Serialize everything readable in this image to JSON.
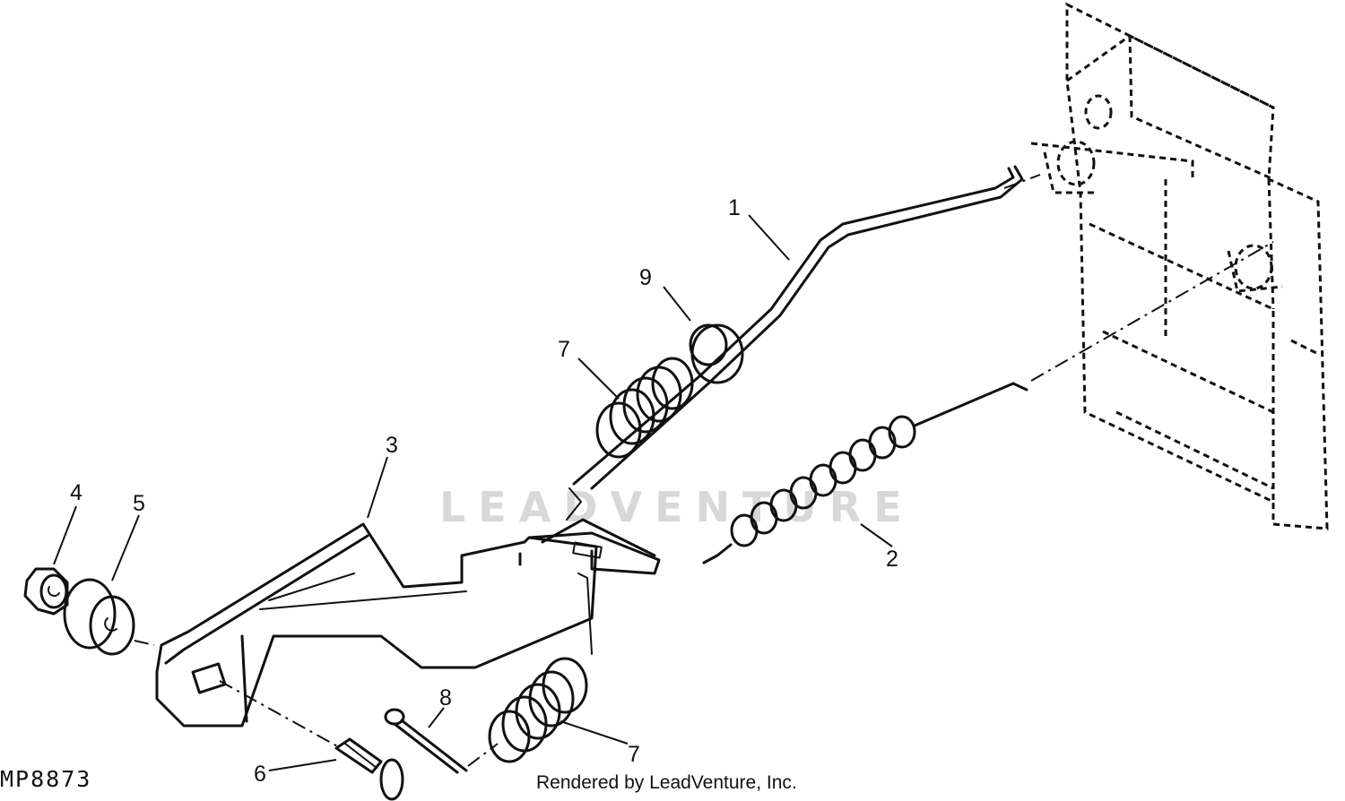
{
  "figure_id": "MP8873",
  "credit": "Rendered by LeadVenture, Inc.",
  "watermark": "LEADVENTURE",
  "callouts": [
    {
      "id": "1",
      "text": "1"
    },
    {
      "id": "2",
      "text": "2"
    },
    {
      "id": "3",
      "text": "3"
    },
    {
      "id": "4",
      "text": "4"
    },
    {
      "id": "5",
      "text": "5"
    },
    {
      "id": "6",
      "text": "6"
    },
    {
      "id": "7a",
      "text": "7"
    },
    {
      "id": "7b",
      "text": "7"
    },
    {
      "id": "8",
      "text": "8"
    },
    {
      "id": "9",
      "text": "9"
    }
  ]
}
